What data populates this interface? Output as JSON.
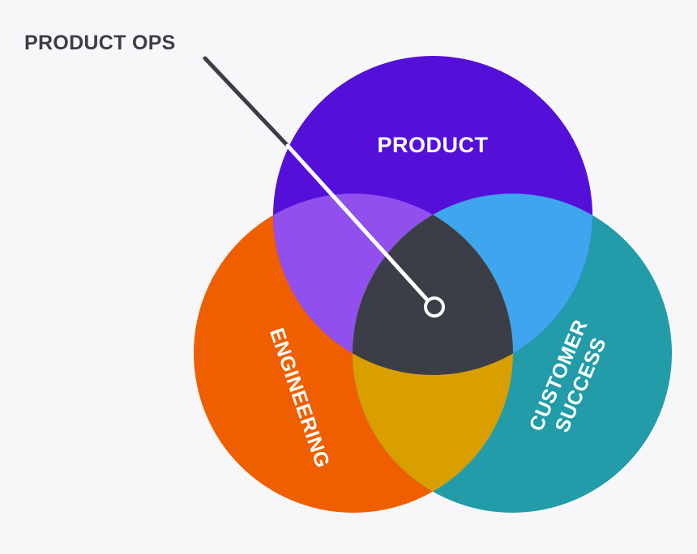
{
  "diagram": {
    "callout": "PRODUCT OPS",
    "circles": {
      "product": "PRODUCT",
      "engineering": "ENGINEERING",
      "customer_success_line1": "CUSTOMER",
      "customer_success_line2": "SUCCESS"
    },
    "colors": {
      "background": "#f7f7f9",
      "product": "#5410d8",
      "engineering": "#ef5f00",
      "customer_success": "#229ca8",
      "product_engineering": "#9150ee",
      "product_customer_success": "#3ea5ee",
      "engineering_customer_success": "#d99f00",
      "center": "#3b3e47",
      "callout_text": "#3b3e47"
    }
  }
}
